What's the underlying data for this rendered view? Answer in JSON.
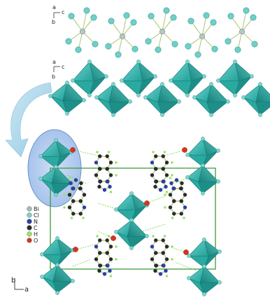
{
  "top_panel": {
    "axes": {
      "up": "a",
      "right": "c",
      "down": "b"
    }
  },
  "middle_panel": {
    "axes": {
      "up": "a",
      "right": "c",
      "down": "b"
    }
  },
  "bottom_panel": {
    "axes": {
      "up": "b",
      "right": "a"
    }
  },
  "legend": [
    {
      "symbol": "Bi",
      "color": "#a9b7bf"
    },
    {
      "symbol": "Cl",
      "color": "#7fd0c8"
    },
    {
      "symbol": "N",
      "color": "#2a3fa8"
    },
    {
      "symbol": "C",
      "color": "#2b2b2b"
    },
    {
      "symbol": "H",
      "color": "#9be36a"
    },
    {
      "symbol": "O",
      "color": "#d8341d"
    }
  ],
  "colors": {
    "octahedron": "#37b8b0",
    "octahedron_dark": "#1f8f88",
    "bond": "#b7d28a",
    "cell_edge": "#3d9b3d",
    "hbond": "#7bd33f",
    "highlight": "#a7c4ec"
  }
}
